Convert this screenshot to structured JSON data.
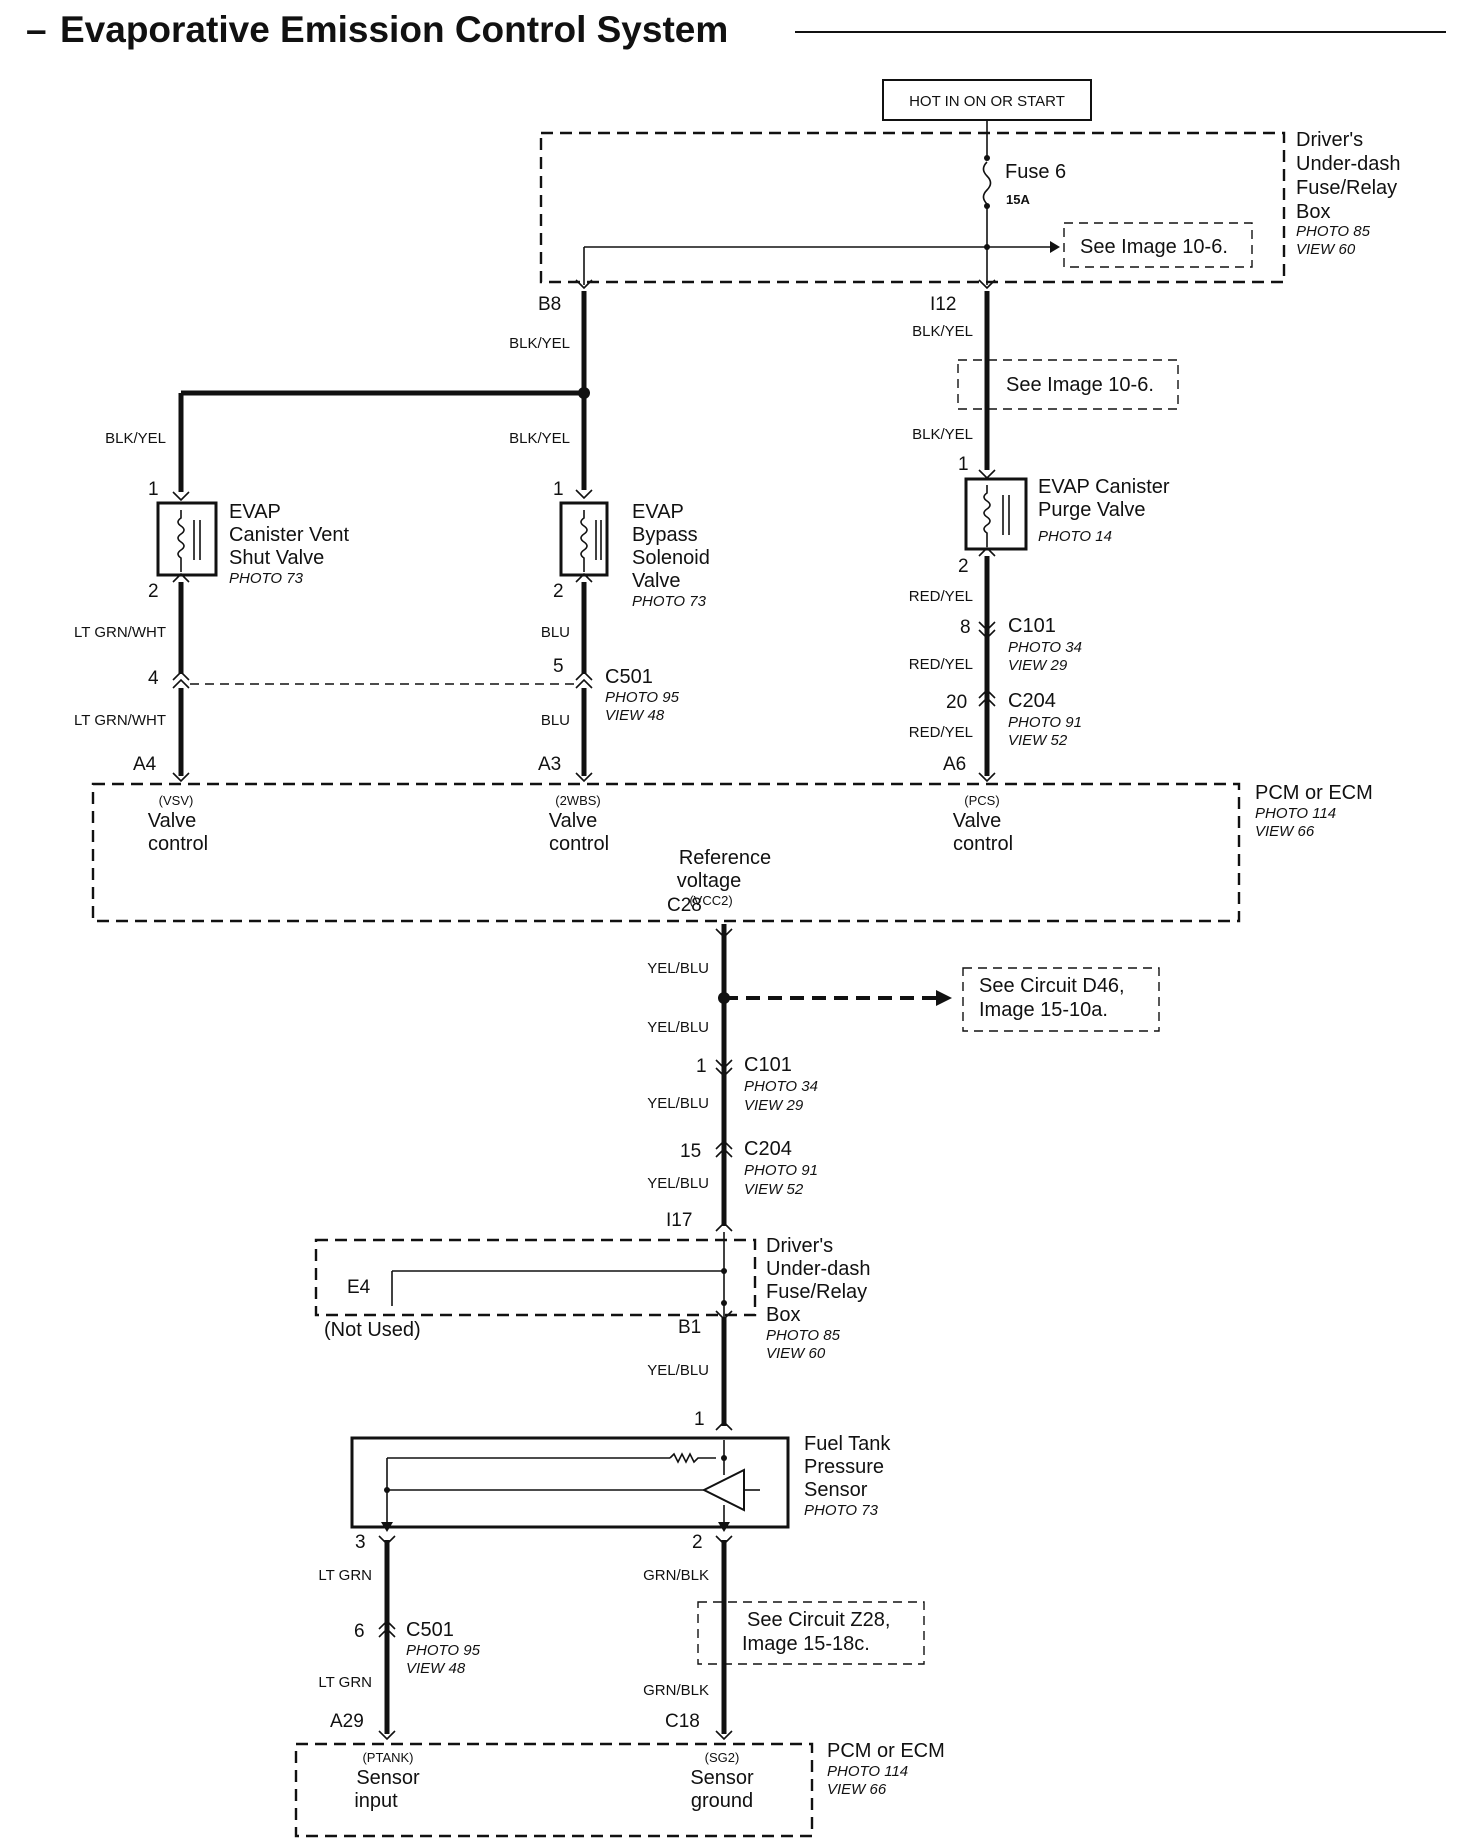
{
  "title": "Evaporative Emission Control System",
  "power_label": "HOT IN ON OR START",
  "fuse_box_top": {
    "name": [
      "Driver's",
      "Under-dash",
      "Fuse/Relay",
      "Box"
    ],
    "photo": "PHOTO 85",
    "view": "VIEW 60",
    "fuse": "Fuse 6",
    "amps": "15A",
    "see": "See Image 10-6.",
    "pin_left": "B8",
    "pin_right": "I12"
  },
  "wires": {
    "blk_yel": "BLK/YEL",
    "lt_grn_wht": "LT GRN/WHT",
    "blu": "BLU",
    "red_yel": "RED/YEL",
    "yel_blu": "YEL/BLU",
    "lt_grn": "LT GRN",
    "grn_blk": "GRN/BLK"
  },
  "see_right": "See Image 10-6.",
  "vent_valve": {
    "name": [
      "EVAP",
      "Canister Vent",
      "Shut Valve"
    ],
    "photo": "PHOTO 73",
    "pin1": "1",
    "pin2": "2"
  },
  "bypass_valve": {
    "name": [
      "EVAP",
      "Bypass",
      "Solenoid",
      "Valve"
    ],
    "photo": "PHOTO 73",
    "pin1": "1",
    "pin2": "2"
  },
  "purge_valve": {
    "name": [
      "EVAP Canister",
      "Purge Valve"
    ],
    "photo": "PHOTO 14",
    "pin1": "1",
    "pin2": "2"
  },
  "c501_top": {
    "name": "C501",
    "photo": "PHOTO 95",
    "view": "VIEW 48",
    "pin_a": "4",
    "pin_b": "5"
  },
  "c101_top": {
    "name": "C101",
    "photo": "PHOTO 34",
    "view": "VIEW 29",
    "pin": "8"
  },
  "c204_top": {
    "name": "C204",
    "photo": "PHOTO 91",
    "view": "VIEW 52",
    "pin": "20"
  },
  "pcm_top": {
    "name": "PCM or ECM",
    "photo": "PHOTO 114",
    "view": "VIEW 66",
    "pin_a4": "A4",
    "pin_a3": "A3",
    "pin_a6": "A6",
    "pin_c28": "C28",
    "vsv": "(VSV)",
    "wbs": "(2WBS)",
    "pcs": "(PCS)",
    "valve": "Valve",
    "control": "control",
    "ref1": "Reference",
    "ref2": "voltage",
    "vcc2": "(VCC2)"
  },
  "see_d46": [
    "See Circuit D46,",
    "Image 15-10a."
  ],
  "c101_mid": {
    "name": "C101",
    "photo": "PHOTO 34",
    "view": "VIEW 29",
    "pin": "1"
  },
  "c204_mid": {
    "name": "C204",
    "photo": "PHOTO 91",
    "view": "VIEW 52",
    "pin": "15"
  },
  "fuse_box_bottom": {
    "name": [
      "Driver's",
      "Under-dash",
      "Fuse/Relay",
      "Box"
    ],
    "photo": "PHOTO 85",
    "view": "VIEW 60",
    "pin_in": "I17",
    "pin_e4": "E4",
    "not_used": "(Not Used)",
    "pin_b1": "B1"
  },
  "ftp_sensor": {
    "name": [
      "Fuel Tank",
      "Pressure",
      "Sensor"
    ],
    "photo": "PHOTO 73",
    "pin1": "1",
    "pin2": "2",
    "pin3": "3"
  },
  "see_z28": [
    "See Circuit Z28,",
    "Image 15-18c."
  ],
  "c501_bottom": {
    "name": "C501",
    "photo": "PHOTO 95",
    "view": "VIEW 48",
    "pin": "6"
  },
  "pcm_bottom": {
    "name": "PCM or ECM",
    "photo": "PHOTO 114",
    "view": "VIEW 66",
    "pin_a29": "A29",
    "pin_c18": "C18",
    "ptank": "(PTANK)",
    "sg2": "(SG2)",
    "sensor": "Sensor",
    "input": "input",
    "ground": "ground"
  }
}
